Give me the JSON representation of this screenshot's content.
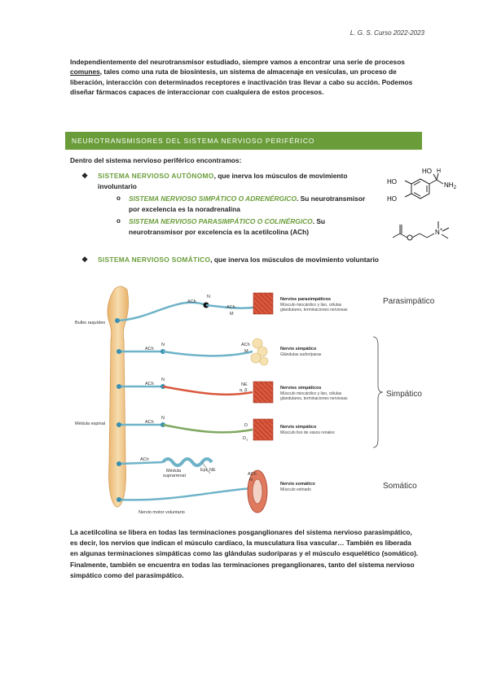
{
  "header": {
    "course": "L. G. S. Curso 2022-2023"
  },
  "intro": {
    "part1": "Independientemente del neurotransmisor estudiado, siempre vamos a encontrar una serie de procesos ",
    "underlined": "comunes",
    "part2": ", tales como una ruta de biosíntesis, un sistema de almacenaje en vesículas, un proceso de liberación, interacción con determinados receptores e inactivación tras llevar a cabo su acción. Podemos diseñar fármacos capaces de interaccionar con cualquiera de estos procesos."
  },
  "section": {
    "title": "NEUROTRANSMISORES DEL SISTEMA NERVIOSO PERIFÉRICO"
  },
  "lead": "Dentro del sistema nervioso periférico encontramos:",
  "bullets": {
    "autonomo": {
      "name": "SISTEMA NERVIOSO AUTÓNOMO",
      "rest": ", que inerva los músculos de movimiento involuntario",
      "simpatico": {
        "name": "SISTEMA NERVIOSO SIMPÁTICO O ADRENÉRGICO",
        "rest": ". Su neurotransmisor por excelencia es la noradrenalina"
      },
      "parasimpatico": {
        "name": "SISTEMA NERVIOSO PARASIMPÁTICO O COLINÉRGICO",
        "rest": ". Su neurotransmisor por excelencia es la acetilcolina (ACh)"
      }
    },
    "somatico": {
      "name": "SISTEMA NERVIOSO SOMÁTICO",
      "rest": ", que inerva los músculos de movimiento voluntario"
    }
  },
  "molecules": {
    "noradrenaline": {
      "ho_top": "HO",
      "ho_bottom": "HO",
      "oh": "HO",
      "h": "H",
      "nh2": "NH",
      "sub2": "2"
    },
    "acetylcholine": {
      "n_plus": "N",
      "plus": "+"
    }
  },
  "figure": {
    "bulbo": "Bulbo raquídeo",
    "medula": "Médula espinal",
    "motor": "Nervio motor voluntario",
    "medula_suprarrenal_1": "Médula",
    "medula_suprarrenal_2": "suprarrenal",
    "epi_ne": "Epi, NE",
    "ach": "ACh",
    "n": "N",
    "m": "M",
    "ne": "NE",
    "alpha_beta": "α, β",
    "d": "D",
    "d1": "D",
    "d1_sub": "1",
    "groups": {
      "para": "Parasimpático",
      "simp": "Simpático",
      "soma": "Somático"
    },
    "targets": [
      {
        "title": "Nervios parasimpáticos",
        "desc1": "Músculo miocárdico y liso, células",
        "desc2": "glandulares, terminaciones nerviosas"
      },
      {
        "title": "Nervio simpático",
        "desc1": "Glándulas sudoríparas",
        "desc2": ""
      },
      {
        "title": "Nervios simpáticos",
        "desc1": "Músculo miocárdico y liso, células",
        "desc2": "glandulares, terminaciones nerviosas"
      },
      {
        "title": "Nervio simpático",
        "desc1": "Músculo liso de vasos renales",
        "desc2": ""
      },
      {
        "title": "Nervio somático",
        "desc1": "Músculo estriado",
        "desc2": ""
      }
    ]
  },
  "outro": {
    "text": "La acetilcolina se libera en todas las terminaciones posganglionares del sistema nervioso parasimpático, es decir, los nervios que indican el músculo cardíaco, la musculatura lisa vascular… También es liberada en algunas terminaciones simpáticas como las glándulas sudoríparas y el músculo esquelético (somático). Finalmente, también se encuentra en todas las terminaciones preganglionares, tanto del sistema nervioso simpático como del parasimpático."
  },
  "colors": {
    "green": "#6a9d3a",
    "nerve": "#6fb3c8",
    "muscle": "#d9573d",
    "spine": "#f1c98a"
  }
}
